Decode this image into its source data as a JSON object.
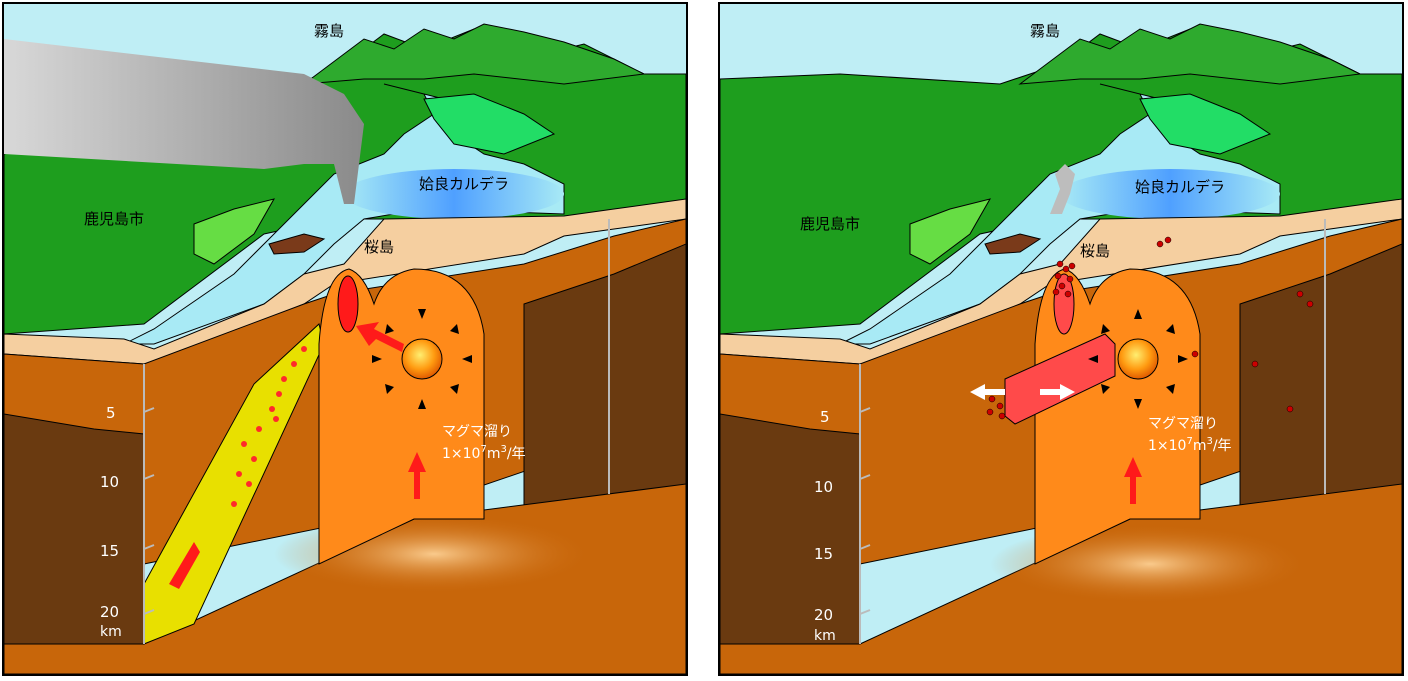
{
  "panels": [
    {
      "kirishima": "霧島",
      "kagoshima": "鹿児島市",
      "caldera": "姶良カルデラ",
      "sakurajima": "桜島",
      "chamber": "マグマ溜り",
      "rate_prefix": "1×10",
      "rate_exp": "7",
      "rate_mid": "m",
      "rate_exp2": "3",
      "rate_suffix": "/年",
      "depth_ticks": [
        "5",
        "10",
        "15",
        "20"
      ],
      "depth_unit": "km"
    },
    {
      "kirishima": "霧島",
      "kagoshima": "鹿児島市",
      "caldera": "姶良カルデラ",
      "sakurajima": "桜島",
      "chamber": "マグマ溜り",
      "rate_prefix": "1×10",
      "rate_exp": "7",
      "rate_mid": "m",
      "rate_exp2": "3",
      "rate_suffix": "/年",
      "depth_ticks": [
        "5",
        "10",
        "15",
        "20"
      ],
      "depth_unit": "km"
    }
  ],
  "colors": {
    "sky": "#bfeef5",
    "land": "#1e9e1e",
    "mountain": "#2eaa2e",
    "sea": "#a8eaf5",
    "crust_upper": "#c8660a",
    "crust_dark": "#6a3a10",
    "magma": "#ff8a1a",
    "dike": "#e8e000",
    "plume": "#9a9a9a"
  }
}
